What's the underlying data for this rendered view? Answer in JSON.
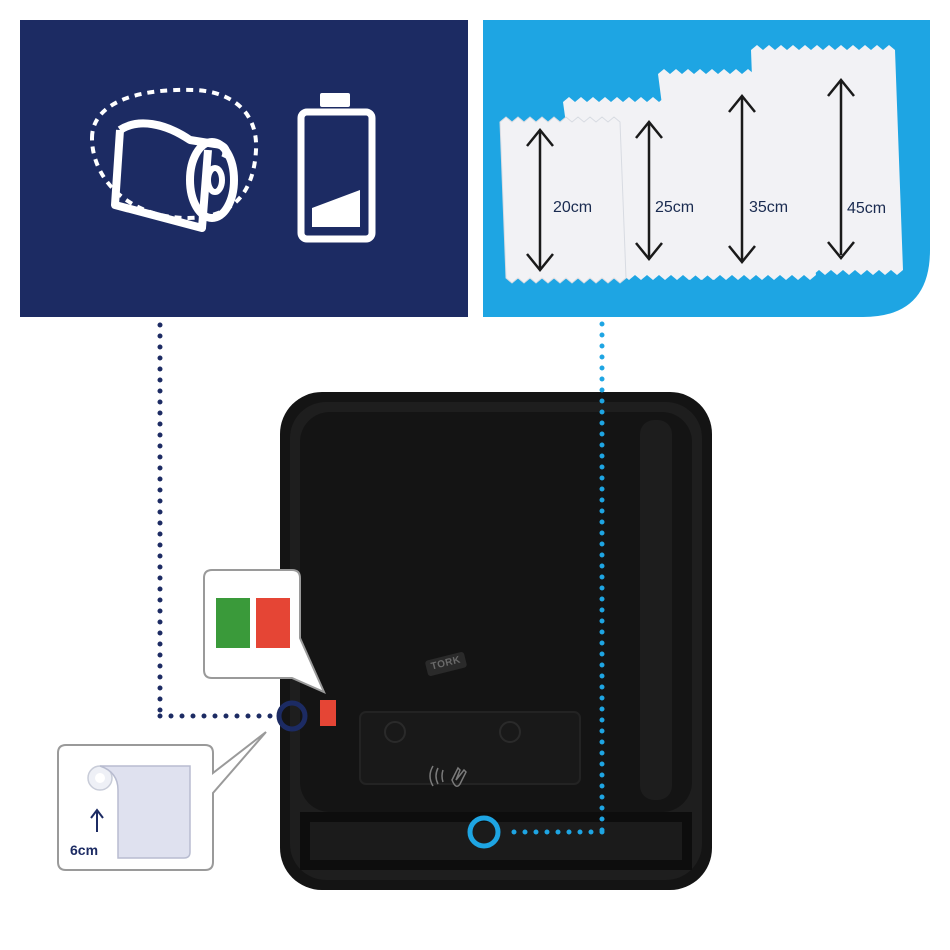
{
  "colors": {
    "navy": "#1c2b63",
    "sky": "#1ea5e3",
    "dispenser": "#141414",
    "green": "#3a9a3a",
    "red": "#e54535"
  },
  "left_panel": {
    "icons": [
      "paper-roll-icon",
      "battery-low-icon"
    ]
  },
  "right_panel": {
    "sheets": [
      {
        "label": "20cm"
      },
      {
        "label": "25cm"
      },
      {
        "label": "35cm"
      },
      {
        "label": "45cm"
      }
    ]
  },
  "dispenser": {
    "brand": "TORK"
  },
  "callouts": {
    "low_roll_label": "6cm",
    "indicator_colors": [
      "green",
      "red"
    ]
  }
}
